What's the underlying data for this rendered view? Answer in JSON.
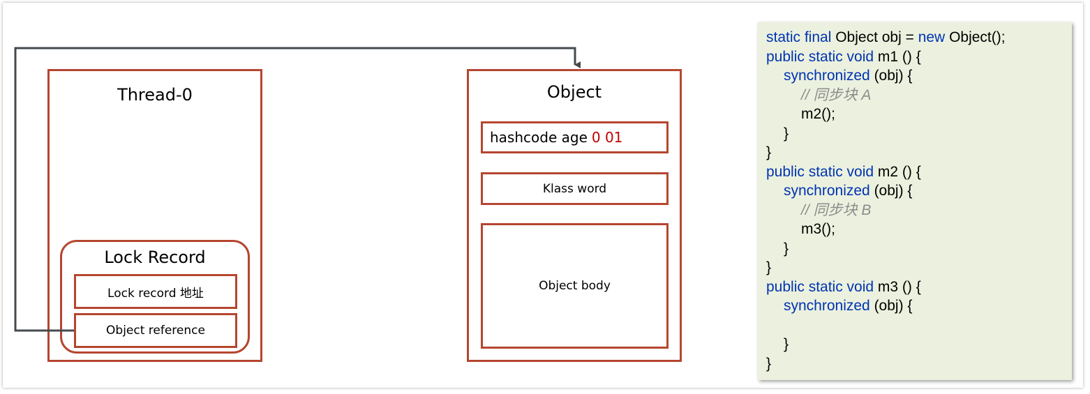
{
  "thread": {
    "title": "Thread-0",
    "lock_record": {
      "title": "Lock Record",
      "address_label": "Lock record 地址",
      "reference_label": "Object reference"
    }
  },
  "object": {
    "title": "Object",
    "mark_word": {
      "text": "hashcode age",
      "bits": "0 01"
    },
    "klass_word": "Klass word",
    "body": "Object body"
  },
  "colors": {
    "box_border": "#b5462f",
    "arrow": "#444a4f",
    "code_bg": "#ebf1de",
    "keyword": "#0033b3",
    "comment": "#8c8c8c",
    "lock_bits": "#c00000"
  },
  "code": [
    {
      "indent": 0,
      "parts": [
        {
          "t": "static final",
          "c": "kw"
        },
        {
          "t": " Object obj = "
        },
        {
          "t": "new",
          "c": "kw"
        },
        {
          "t": " Object();"
        }
      ]
    },
    {
      "indent": 0,
      "parts": [
        {
          "t": "public static void",
          "c": "kw"
        },
        {
          "t": " m1 () {"
        }
      ]
    },
    {
      "indent": 1,
      "parts": [
        {
          "t": "synchronized",
          "c": "kw"
        },
        {
          "t": " (obj) {"
        }
      ]
    },
    {
      "indent": 2,
      "parts": [
        {
          "t": "// 同步块 A",
          "c": "cm"
        }
      ]
    },
    {
      "indent": 2,
      "parts": [
        {
          "t": "m2();"
        }
      ]
    },
    {
      "indent": 1,
      "parts": [
        {
          "t": "}"
        }
      ]
    },
    {
      "indent": 0,
      "parts": [
        {
          "t": "}"
        }
      ]
    },
    {
      "indent": 0,
      "parts": [
        {
          "t": "public static void",
          "c": "kw"
        },
        {
          "t": " m2 () {"
        }
      ]
    },
    {
      "indent": 1,
      "parts": [
        {
          "t": "synchronized",
          "c": "kw"
        },
        {
          "t": " (obj) {"
        }
      ]
    },
    {
      "indent": 2,
      "parts": [
        {
          "t": "// 同步块 B",
          "c": "cm"
        }
      ]
    },
    {
      "indent": 2,
      "parts": [
        {
          "t": "m3();"
        }
      ]
    },
    {
      "indent": 1,
      "parts": [
        {
          "t": "}"
        }
      ]
    },
    {
      "indent": 0,
      "parts": [
        {
          "t": "}"
        }
      ]
    },
    {
      "indent": 0,
      "parts": [
        {
          "t": "public static void",
          "c": "kw"
        },
        {
          "t": " m3 () {"
        }
      ]
    },
    {
      "indent": 1,
      "parts": [
        {
          "t": "synchronized",
          "c": "kw"
        },
        {
          "t": " (obj) {"
        }
      ]
    },
    {
      "indent": 0,
      "parts": []
    },
    {
      "indent": 1,
      "parts": [
        {
          "t": "}"
        }
      ]
    },
    {
      "indent": 0,
      "parts": [
        {
          "t": "}"
        }
      ]
    }
  ]
}
